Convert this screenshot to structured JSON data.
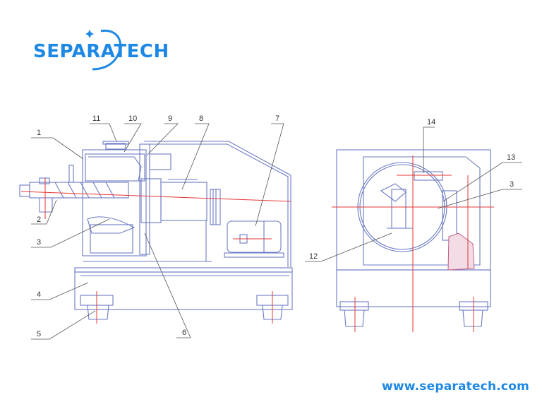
{
  "brand": {
    "name": "SEPARATECH",
    "website": "www.separatech.com",
    "color": "#1e88e5"
  },
  "diagram": {
    "type": "technical-drawing",
    "views": [
      "side-view",
      "front-view"
    ],
    "line_color": "#5a6bb5",
    "centerline_color": "#e53935",
    "accent_part_color": "#c0608a",
    "side_view_labels": [
      "1",
      "2",
      "3",
      "4",
      "5",
      "6",
      "7",
      "8",
      "9",
      "10",
      "11"
    ],
    "front_view_labels": [
      "12",
      "13",
      "3",
      "14"
    ]
  }
}
